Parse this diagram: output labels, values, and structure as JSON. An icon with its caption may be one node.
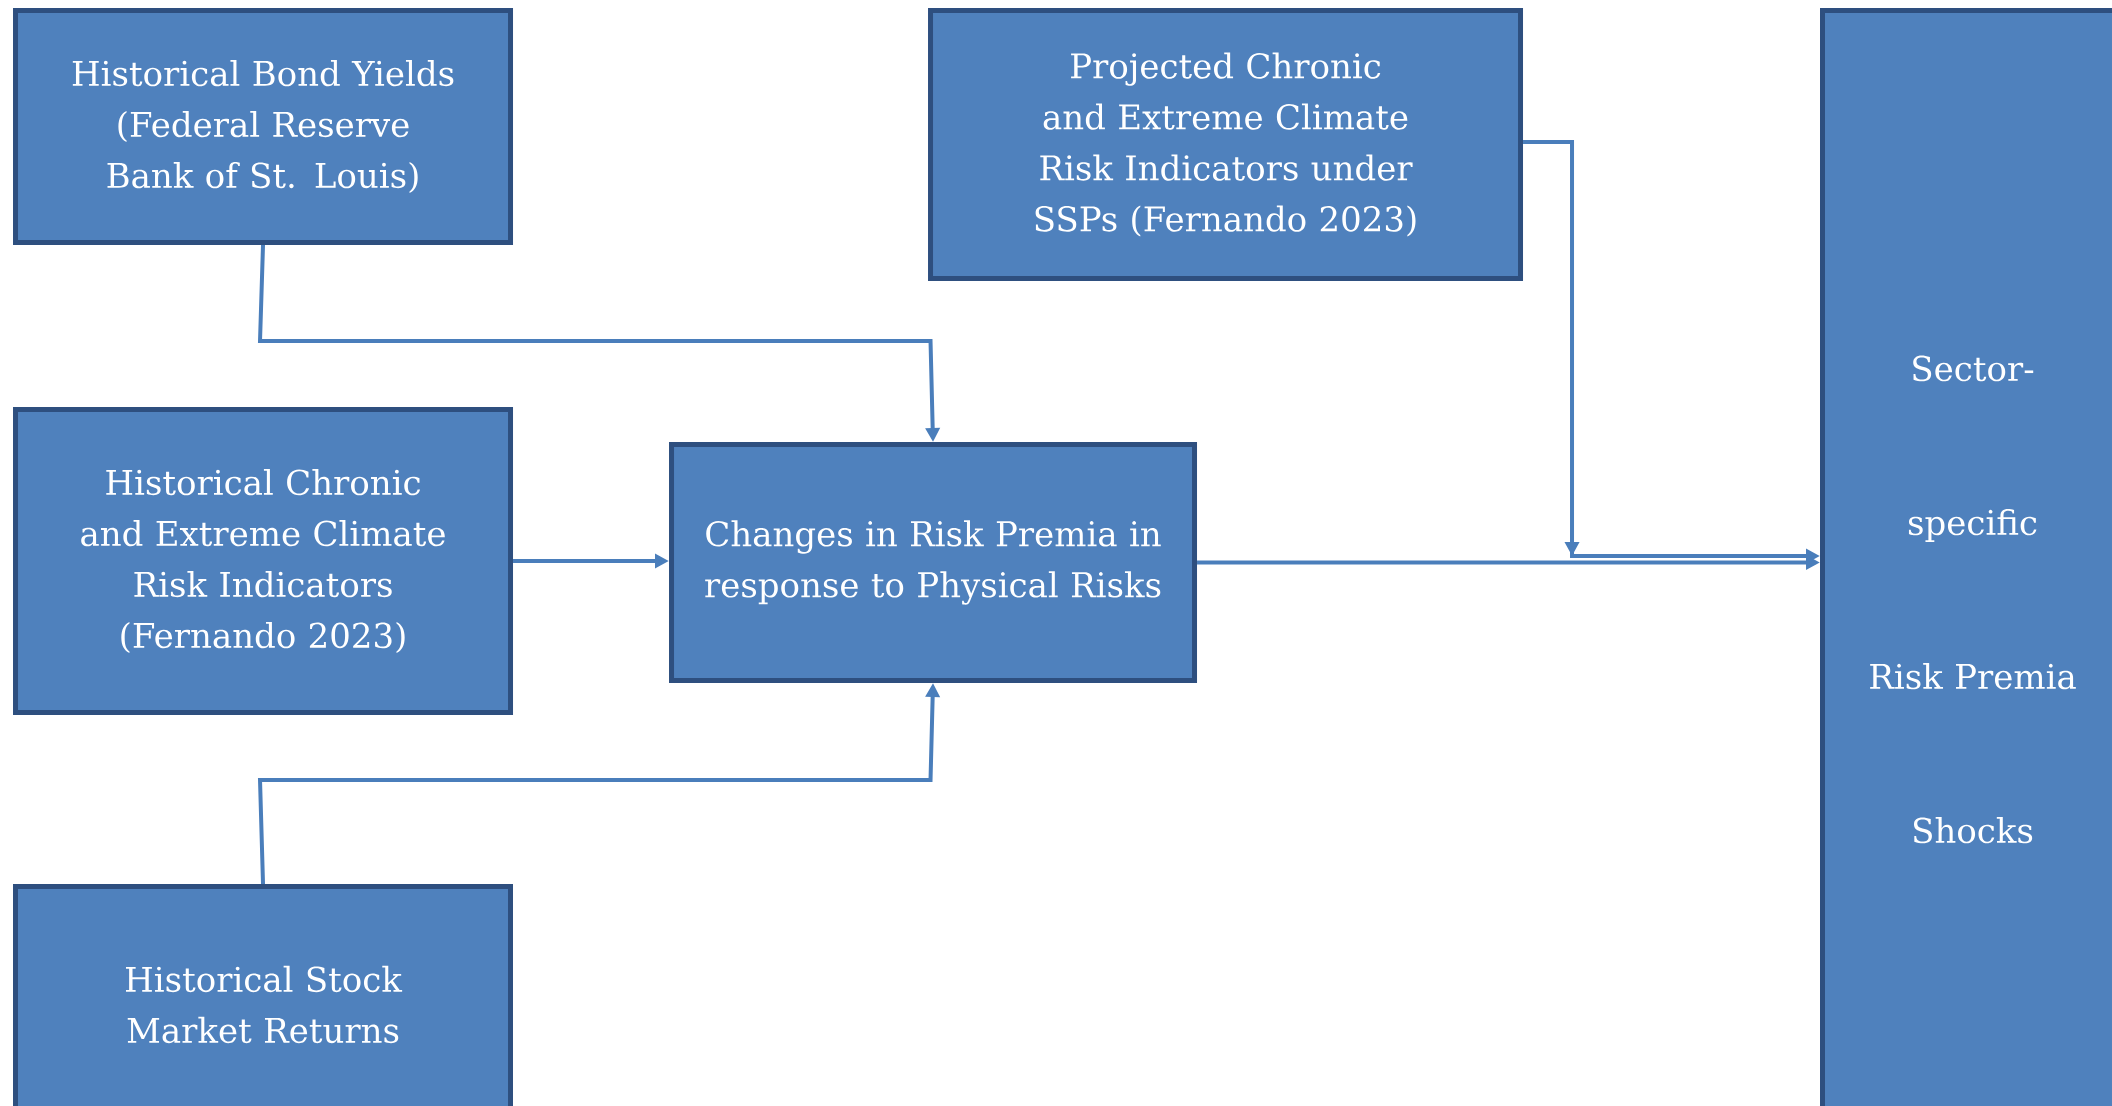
{
  "diagram": {
    "nodes": [
      {
        "text": [
          "Historical Bond Yields (Federal Reserve Bank of St. Louis)"
        ]
      },
      {
        "text": [
          "Projected Chronic and Extreme Climate Risk Indicators under SSPs (Fernando 2023)"
        ]
      },
      {
        "text": [
          "Sector-specific Risk Premia Shocks"
        ]
      },
      {
        "text": [
          "Historical Chronic and Extreme Climate Risk Indicators (Fernando 2023)"
        ]
      },
      {
        "text": [
          "Changes in Risk Premia in response to Physical Risks"
        ]
      },
      {
        "text": [
          "Historical Stock Market Returns"
        ]
      }
    ],
    "edges": [
      {
        "from": 0,
        "to": 4,
        "arrow": "to"
      },
      {
        "from": 3,
        "to": 4,
        "arrow": "to"
      },
      {
        "from": 5,
        "to": 4,
        "arrow": "to"
      },
      {
        "from": 4,
        "to": 2,
        "arrow": "to"
      },
      {
        "from": 1,
        "to": 2,
        "arrow": "to"
      }
    ]
  }
}
